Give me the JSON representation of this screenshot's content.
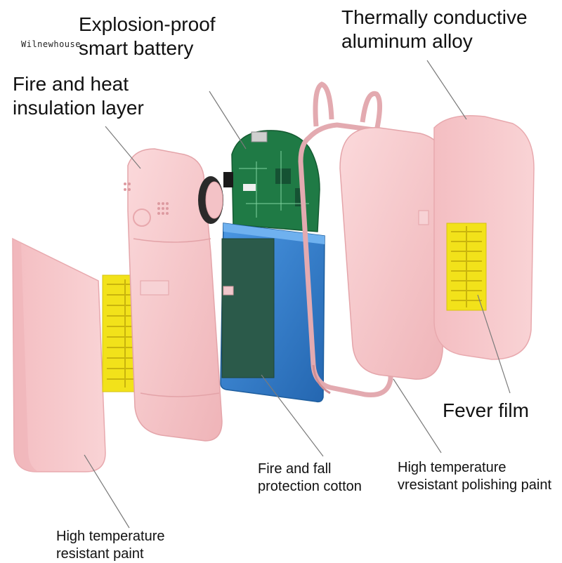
{
  "watermark": "Wilnewhouse",
  "labels": {
    "battery": [
      "Explosion-proof",
      "smart battery"
    ],
    "insulation": [
      "Fire and heat",
      "insulation layer"
    ],
    "aluminum": [
      "Thermally conductive",
      "aluminum alloy"
    ],
    "fever_film": [
      "Fever film"
    ],
    "cotton": [
      "Fire and fall",
      "protection cotton"
    ],
    "polishing": [
      "High temperature",
      "vresistant polishing paint"
    ],
    "resistant_paint": [
      "High temperature",
      "resistant paint"
    ]
  },
  "colors": {
    "shell_pink": "#f6c9cc",
    "shell_pink_dark": "#e9a9ae",
    "rose_gold": "#e3aab0",
    "battery_blue": "#2f7fd3",
    "battery_dark": "#1e5e9e",
    "cotton_green": "#2b5a4a",
    "pcb_green": "#1f7a45",
    "heater_yellow": "#f2e21a",
    "leader_line": "#7a7a7a"
  }
}
